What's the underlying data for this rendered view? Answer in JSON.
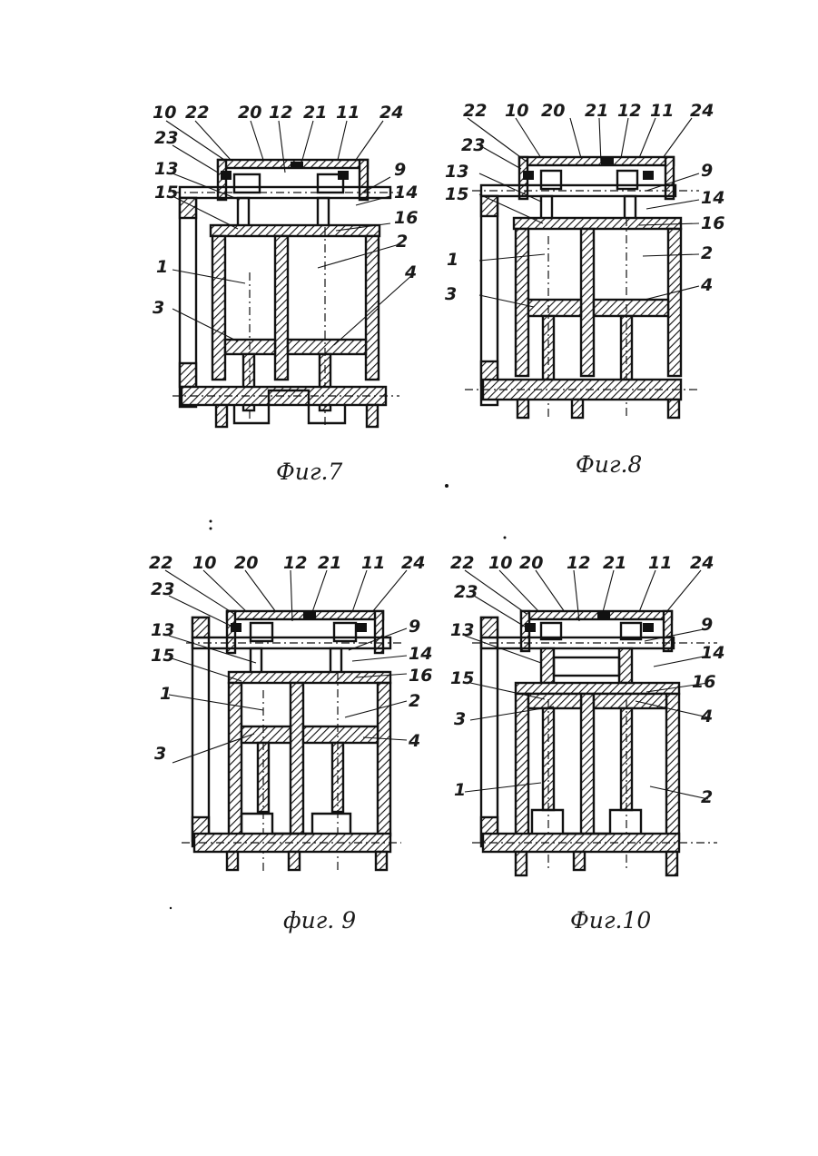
{
  "figures": [
    {
      "id": "fig7",
      "caption": "Фиг.7",
      "labels": [
        "10",
        "22",
        "20",
        "12",
        "21",
        "11",
        "24",
        "23",
        "13",
        "9",
        "15",
        "14",
        "16",
        "1",
        "2",
        "3",
        "4"
      ]
    },
    {
      "id": "fig8",
      "caption": "Фиг.8",
      "labels": [
        "22",
        "10",
        "20",
        "21",
        "12",
        "11",
        "24",
        "23",
        "13",
        "9",
        "15",
        "14",
        "16",
        "1",
        "2",
        "3",
        "4"
      ]
    },
    {
      "id": "fig9",
      "caption": "фиг. 9",
      "labels": [
        "22",
        "10",
        "20",
        "12",
        "21",
        "11",
        "24",
        "23",
        "13",
        "9",
        "15",
        "14",
        "16",
        "1",
        "2",
        "3",
        "4"
      ]
    },
    {
      "id": "fig10",
      "caption": "Фиг.10",
      "labels": [
        "22",
        "10",
        "20",
        "12",
        "21",
        "11",
        "24",
        "23",
        "13",
        "9",
        "15",
        "14",
        "16",
        "3",
        "4",
        "1",
        "2"
      ]
    }
  ]
}
